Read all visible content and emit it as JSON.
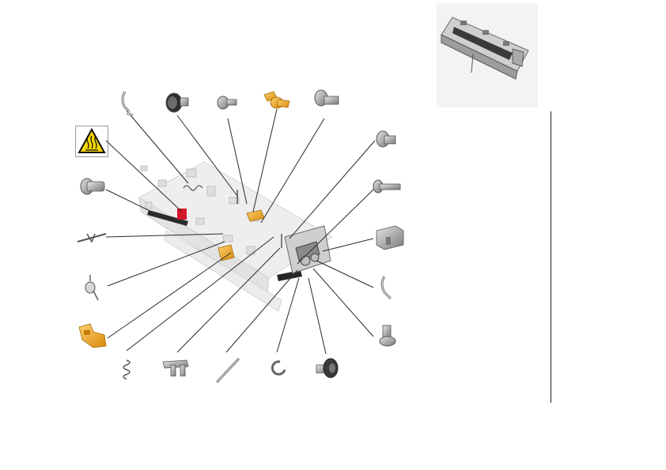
{
  "document": {
    "type": "exploded parts diagram",
    "overview_thumbnail": "fuser-assembly-thumbnail",
    "warning_label_icon": "hot-surface-warning-icon"
  },
  "colors": {
    "highlight_part": "#f0a818",
    "highlight_dark": "#c47e08",
    "warning_red": "#d4172a",
    "leader_line": "#2a2a2a",
    "grey_part": "#8c8c8c",
    "assembly_ghost": "#dcdcdc"
  },
  "parts": [
    {
      "name": "clip-part",
      "color": "grey"
    },
    {
      "name": "round-head-screw-part",
      "color": "grey"
    },
    {
      "name": "small-screw-part",
      "color": "grey"
    },
    {
      "name": "flag-lever-part",
      "color": "orange"
    },
    {
      "name": "shoulder-screw-part",
      "color": "grey"
    },
    {
      "name": "hot-surface-warning-label",
      "color": "yellow"
    },
    {
      "name": "screw-part",
      "color": "grey"
    },
    {
      "name": "pin-spring-part",
      "color": "grey"
    },
    {
      "name": "torsion-spring-part",
      "color": "grey"
    },
    {
      "name": "orange-bracket-part",
      "color": "orange"
    },
    {
      "name": "coil-spring-part",
      "color": "grey"
    },
    {
      "name": "terminal-bracket-part",
      "color": "grey"
    },
    {
      "name": "link-arm-part",
      "color": "grey"
    },
    {
      "name": "e-ring-part",
      "color": "grey"
    },
    {
      "name": "flanged-screw-part",
      "color": "grey"
    },
    {
      "name": "side-screw-part",
      "color": "grey"
    },
    {
      "name": "long-screw-part",
      "color": "grey"
    },
    {
      "name": "connector-block-part",
      "color": "grey"
    },
    {
      "name": "hook-clip-part",
      "color": "grey"
    },
    {
      "name": "standoff-part",
      "color": "grey"
    }
  ]
}
